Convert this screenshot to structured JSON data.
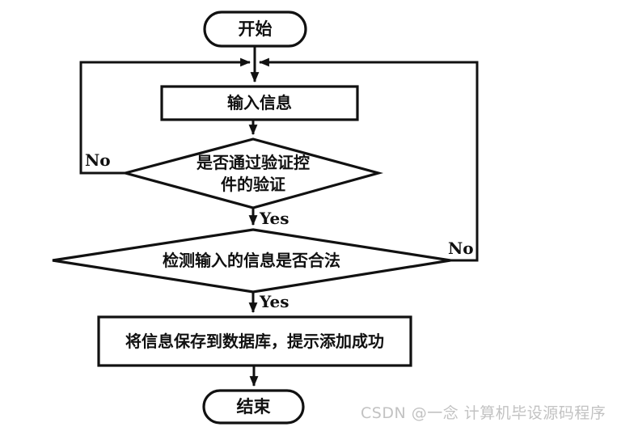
{
  "diagram": {
    "background_color": "#ffffff",
    "line_color": "#111111",
    "nodes": {
      "start": {
        "type": "terminator",
        "label": "开始"
      },
      "input": {
        "type": "process",
        "label": "输入信息"
      },
      "verify": {
        "type": "decision",
        "label_line1": "是否通过验证控",
        "label_line2": "件的验证"
      },
      "check": {
        "type": "decision",
        "label": "检测输入的信息是否合法"
      },
      "save": {
        "type": "process",
        "label": "将信息保存到数据库，提示添加成功"
      },
      "end": {
        "type": "terminator",
        "label": "结束"
      }
    },
    "edge_labels": {
      "no_left": "No",
      "yes_verify": "Yes",
      "no_right": "No",
      "yes_check": "Yes"
    }
  },
  "watermark": {
    "text": "CSDN @一念 计算机毕设源码程序",
    "color": "#c2c2c2"
  }
}
